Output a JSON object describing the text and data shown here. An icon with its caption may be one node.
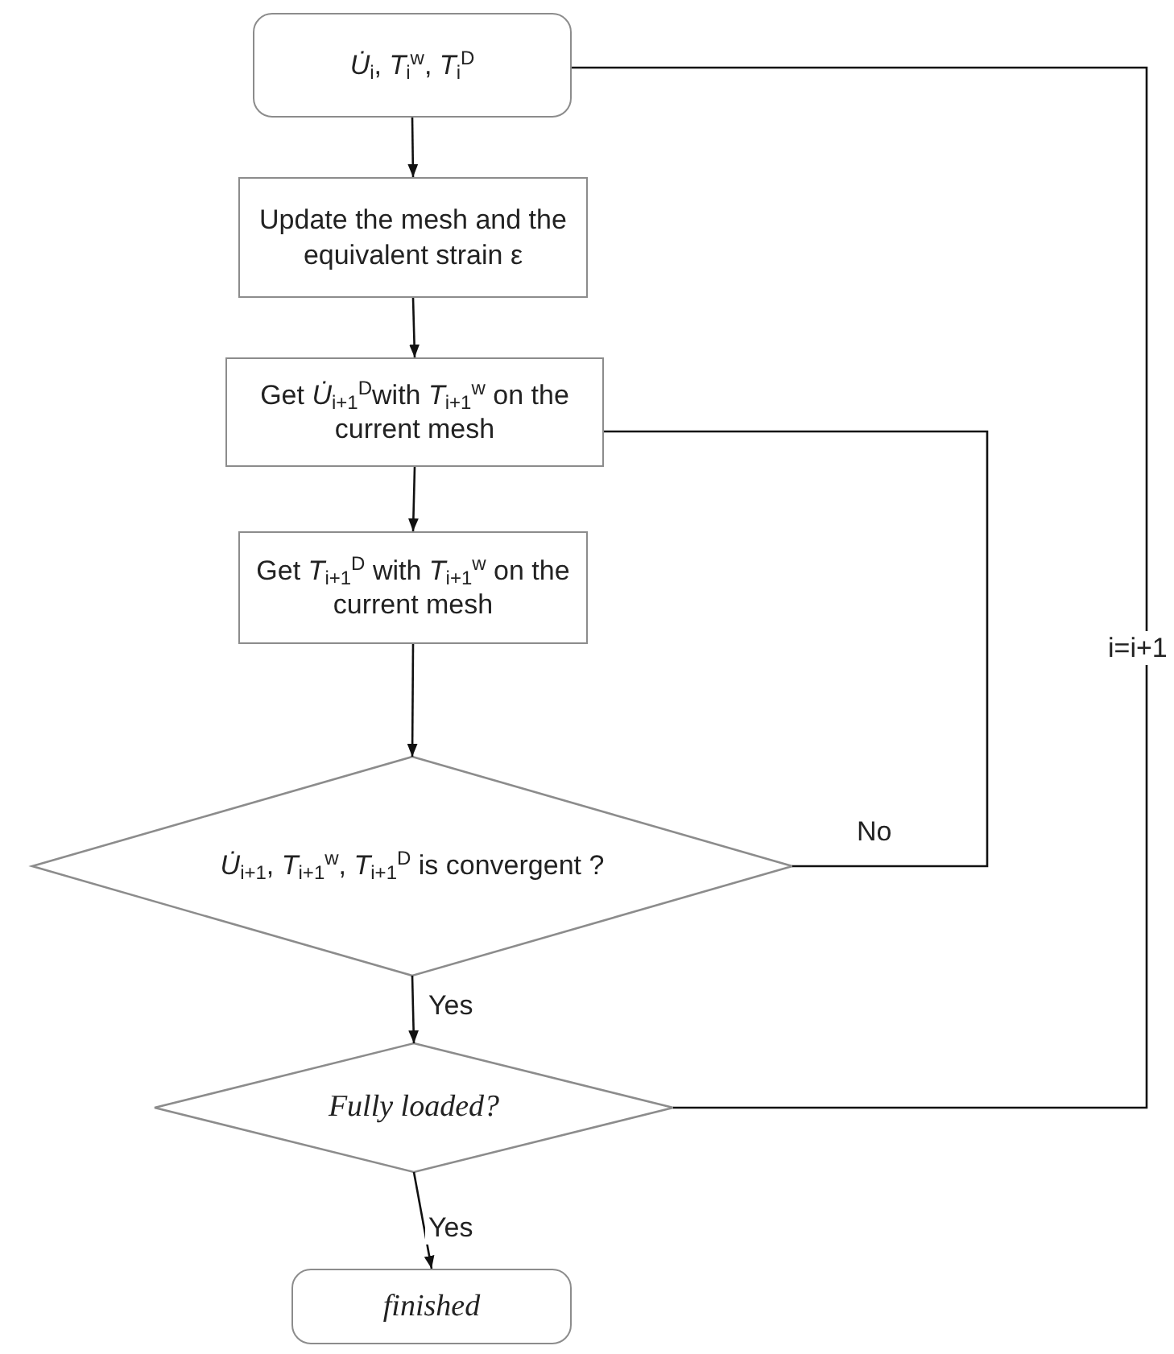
{
  "diagram": {
    "nodes": [
      {
        "text": [
          "*U̇*$_{i}$,  *T*$_{i}$$^{w}$, *T*$_{i}$$^{D}$"
        ]
      },
      {
        "text": [
          "Update the mesh and the equivalent strain ε"
        ]
      },
      {
        "text": [
          "Get *U̇*$_{i+1}$$^{D}$with *T*$_{i+1}$$^{w}$ on the current mesh"
        ]
      },
      {
        "text": [
          "Get *T*$_{i+1}$$^{D}$ with *T*$_{i+1}$$^{w}$ on the current mesh"
        ]
      },
      {
        "text": [
          "*U̇*$_{i+1}$, *T*$_{i+1}$$^{w}$, *T*$_{i+1}$$^{D}$ is convergent ?"
        ]
      },
      {
        "text": [
          "Fully loaded?"
        ]
      },
      {
        "text": [
          "finished"
        ]
      }
    ],
    "edges": [
      {
        "from": 0,
        "to": 1,
        "arrow": "to"
      },
      {
        "from": 1,
        "to": 2,
        "arrow": "to"
      },
      {
        "from": 2,
        "to": 3,
        "arrow": "to"
      },
      {
        "from": 3,
        "to": 4,
        "arrow": "to"
      },
      {
        "from": 4,
        "to": 2,
        "arrow": "none",
        "label": "No"
      },
      {
        "from": 4,
        "to": 5,
        "arrow": "to",
        "label": "Yes"
      },
      {
        "from": 5,
        "to": 0,
        "arrow": "none",
        "label": "i=i+1"
      },
      {
        "from": 5,
        "to": 6,
        "arrow": "to",
        "label": "Yes"
      }
    ]
  }
}
